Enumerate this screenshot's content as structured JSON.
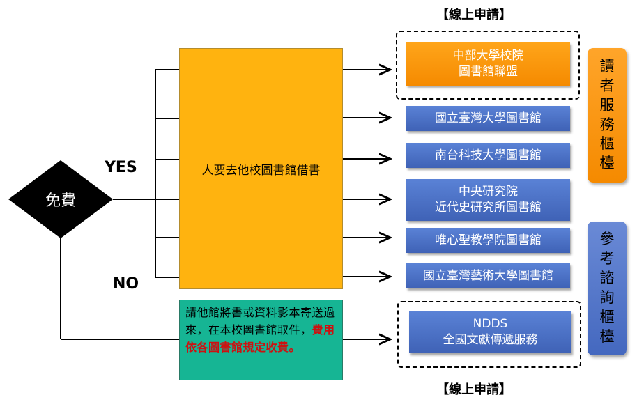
{
  "decision": {
    "label": "免費"
  },
  "branches": {
    "yes": "YES",
    "no": "NO"
  },
  "yes_box": {
    "label": "人要去他校圖書館借書"
  },
  "no_box": {
    "text_normal": "請他館將書或資料影本寄送過來，在本校圖書館取件，",
    "text_highlight": "費用依各圖書館規定收費。"
  },
  "online_label_top": "【線上申請】",
  "online_label_bottom": "【線上申請】",
  "libraries": [
    {
      "lines": [
        "中部大學校院",
        "圖書館聯盟"
      ]
    },
    {
      "lines": [
        "國立臺灣大學圖書館"
      ]
    },
    {
      "lines": [
        "南台科技大學圖書館"
      ]
    },
    {
      "lines": [
        "中央研究院",
        "近代史研究所圖書館"
      ]
    },
    {
      "lines": [
        "唯心聖教學院圖書館"
      ]
    },
    {
      "lines": [
        "國立臺灣藝術大學圖書館"
      ]
    }
  ],
  "ndds": {
    "line1": "NDDS",
    "line2": "全國文獻傳遞服務"
  },
  "side_tabs": {
    "reader_service": [
      "讀",
      "者",
      "服",
      "務",
      "櫃",
      "檯"
    ],
    "reference": [
      "參",
      "考",
      "諮",
      "詢",
      "櫃",
      "檯"
    ]
  },
  "colors": {
    "central": "#ffb30f",
    "green": "#16b594",
    "blue": "#4a70c8",
    "orange": "#f58a00",
    "red": "#cc1111"
  }
}
